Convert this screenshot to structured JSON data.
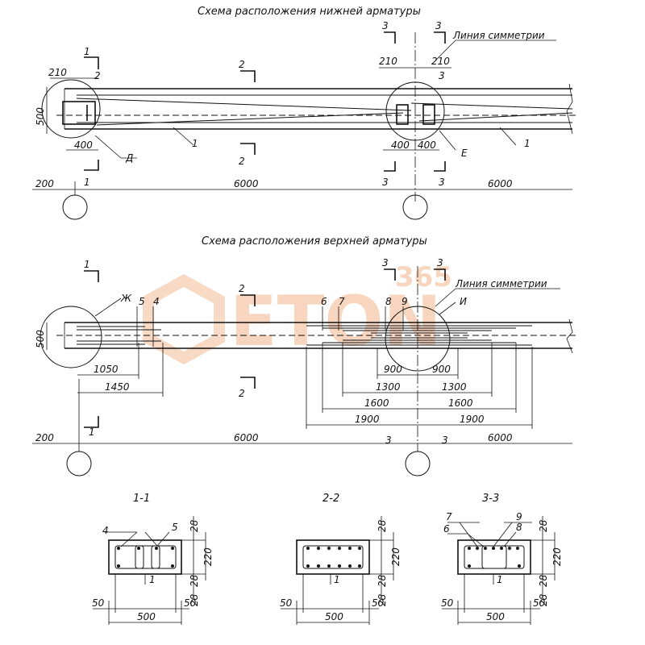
{
  "titles": {
    "bottom_scheme": "Схема расположения нижней арматуры",
    "top_scheme": "Схема расположения верхней арматуры"
  },
  "labels": {
    "symmetry_line": "Линия симметрии",
    "callout_d": "Д",
    "callout_e": "Е",
    "callout_zh": "Ж",
    "callout_i": "И"
  },
  "bottom": {
    "dims": [
      "210",
      "500",
      "400",
      "200",
      "6000",
      "210",
      "210",
      "400",
      "400",
      "6000"
    ],
    "marks": [
      "1",
      "2",
      "2",
      "2",
      "1",
      "1",
      "3",
      "3",
      "3",
      "3",
      "3",
      "1"
    ]
  },
  "top": {
    "dims": [
      "500",
      "1050",
      "1450",
      "200",
      "6000",
      "900",
      "900",
      "1300",
      "1300",
      "1600",
      "1600",
      "1900",
      "1900",
      "6000"
    ],
    "marks": [
      "1",
      "2",
      "2",
      "1",
      "3",
      "3",
      "3",
      "3",
      "5",
      "4",
      "6",
      "7",
      "8",
      "9"
    ]
  },
  "sections": [
    {
      "title": "1-1",
      "marks": [
        "4",
        "5",
        "1"
      ],
      "dims": [
        "28",
        "220",
        "28",
        "50",
        "50",
        "28",
        "500"
      ]
    },
    {
      "title": "2-2",
      "marks": [
        "1"
      ],
      "dims": [
        "28",
        "220",
        "28",
        "50",
        "50",
        "28",
        "500"
      ]
    },
    {
      "title": "3-3",
      "marks": [
        "7",
        "6",
        "9",
        "8",
        "1"
      ],
      "dims": [
        "28",
        "220",
        "28",
        "50",
        "50",
        "28",
        "500"
      ]
    }
  ],
  "watermark": {
    "top": "365",
    "main": "ETON"
  }
}
